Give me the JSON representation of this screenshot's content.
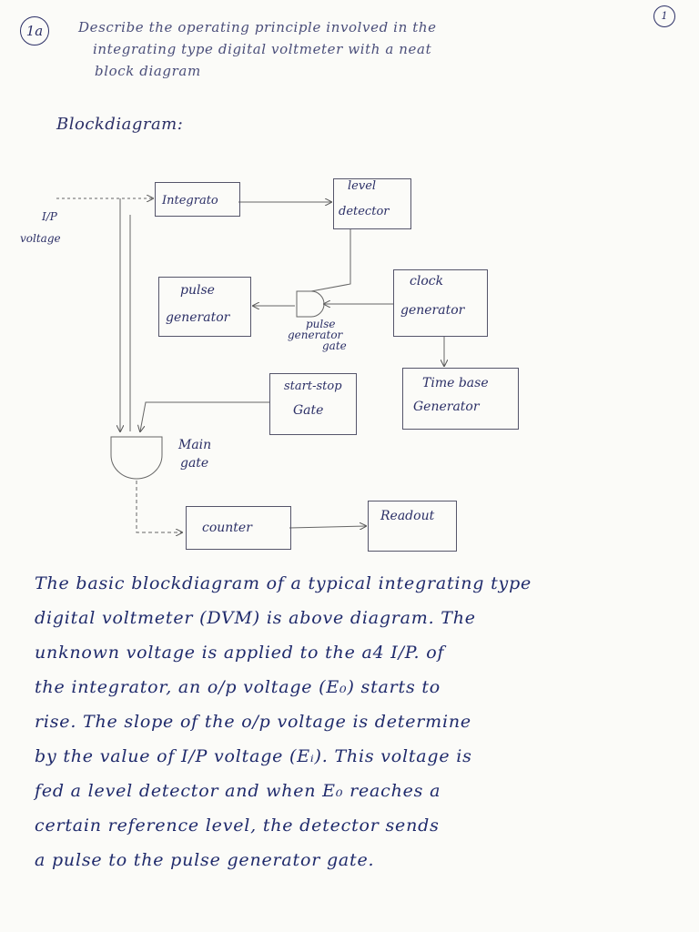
{
  "header": {
    "question_number": "1a",
    "page_number": "1",
    "question_lines": [
      "Describe the operating principle involved in the",
      "integrating type digital voltmeter with a neat",
      "block diagram"
    ]
  },
  "diagram": {
    "heading": "Blockdiagram:",
    "input_label": "I/P",
    "input_label_2": "voltage",
    "blocks": {
      "integrator": "Integrato",
      "level_detector_1": "level",
      "level_detector_2": "detector",
      "pulse_generator_1": "pulse",
      "pulse_generator_2": "generator",
      "clock_generator_1": "clock",
      "clock_generator_2": "generator",
      "pulse_gate_1": "pulse",
      "pulse_gate_2": "generator",
      "pulse_gate_3": "gate",
      "start_stop_1": "start-stop",
      "start_stop_2": "Gate",
      "time_base_1": "Time base",
      "time_base_2": "Generator",
      "main_gate_1": "Main",
      "main_gate_2": "gate",
      "counter": "counter",
      "readout": "Readout"
    }
  },
  "paragraph": [
    "The basic blockdiagram of a typical integrating type",
    "digital voltmeter (DVM) is above diagram. The",
    "unknown voltage is applied to the a4 I/P. of",
    "the integrator, an o/p voltage (E₀) starts to",
    "rise. The slope of the o/p voltage is determine",
    "by the value of I/P voltage (Eᵢ). This voltage is",
    "fed a level detector and when E₀ reaches a",
    "certain reference level, the detector sends",
    "a pulse to the pulse generator gate."
  ]
}
